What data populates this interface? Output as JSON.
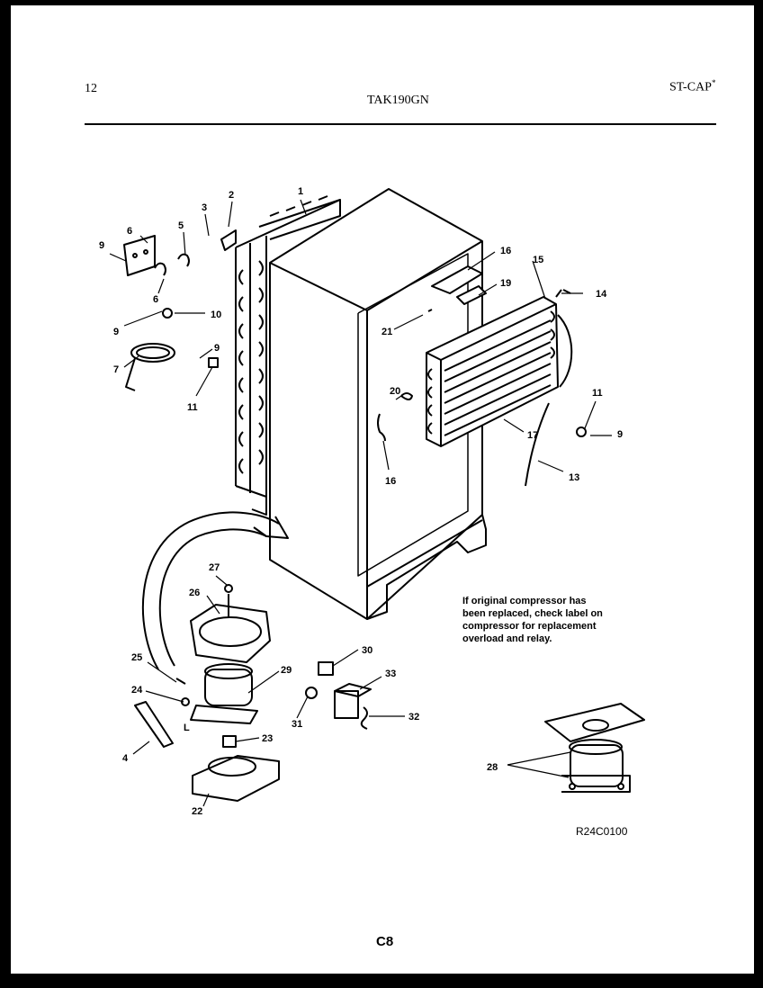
{
  "header": {
    "page_number": "12",
    "model": "TAK190GN",
    "section_code": "ST-CAP",
    "section_mark": "*"
  },
  "note": {
    "lines": [
      "If original compressor has",
      "been replaced, check label on",
      "compressor for replacement",
      "overload and relay."
    ]
  },
  "reference_code": "R24C0100",
  "footer": {
    "page_code": "C8"
  },
  "callouts": [
    {
      "id": "c1",
      "text": "1"
    },
    {
      "id": "c2",
      "text": "2"
    },
    {
      "id": "c3",
      "text": "3"
    },
    {
      "id": "c4",
      "text": "4"
    },
    {
      "id": "c5",
      "text": "5"
    },
    {
      "id": "c6a",
      "text": "6"
    },
    {
      "id": "c6b",
      "text": "6"
    },
    {
      "id": "c7",
      "text": "7"
    },
    {
      "id": "c9a",
      "text": "9"
    },
    {
      "id": "c9b",
      "text": "9"
    },
    {
      "id": "c9c",
      "text": "9"
    },
    {
      "id": "c9d",
      "text": "9"
    },
    {
      "id": "c10",
      "text": "10"
    },
    {
      "id": "c11a",
      "text": "11"
    },
    {
      "id": "c11b",
      "text": "11"
    },
    {
      "id": "c13",
      "text": "13"
    },
    {
      "id": "c14",
      "text": "14"
    },
    {
      "id": "c15",
      "text": "15"
    },
    {
      "id": "c16a",
      "text": "16"
    },
    {
      "id": "c16b",
      "text": "16"
    },
    {
      "id": "c17",
      "text": "17"
    },
    {
      "id": "c19",
      "text": "19"
    },
    {
      "id": "c20",
      "text": "20"
    },
    {
      "id": "c21",
      "text": "21"
    },
    {
      "id": "c22",
      "text": "22"
    },
    {
      "id": "c23",
      "text": "23"
    },
    {
      "id": "c24",
      "text": "24"
    },
    {
      "id": "c25",
      "text": "25"
    },
    {
      "id": "c26",
      "text": "26"
    },
    {
      "id": "c27",
      "text": "27"
    },
    {
      "id": "c28",
      "text": "28"
    },
    {
      "id": "c29",
      "text": "29"
    },
    {
      "id": "c30",
      "text": "30"
    },
    {
      "id": "c31",
      "text": "31"
    },
    {
      "id": "c32",
      "text": "32"
    },
    {
      "id": "c33",
      "text": "33"
    }
  ]
}
